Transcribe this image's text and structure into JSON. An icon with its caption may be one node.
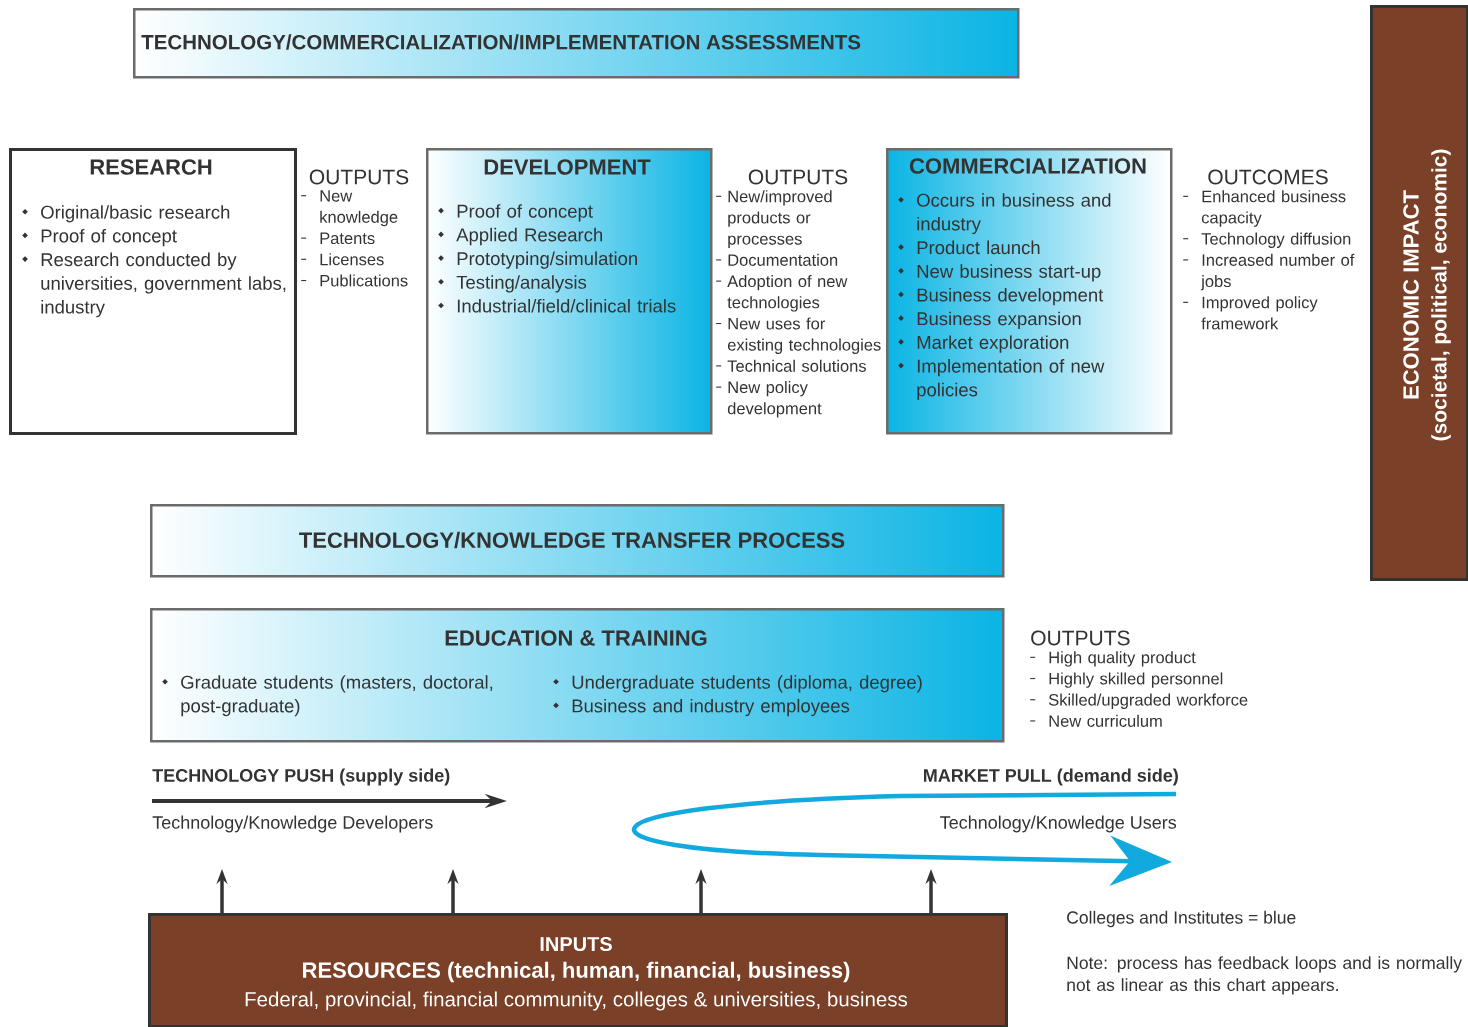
{
  "diagram": {
    "nodes": [
      {
        "text": [
          "TECHNOLOGY/COMMERCIALIZATION/IMPLEMENTATION ASSESSMENTS"
        ]
      },
      {
        "text": [
          "RESEARCH",
          "Original/basic research",
          "Proof of concept",
          "Research conducted by universities, government labs, industry"
        ]
      },
      {
        "text": [
          "DEVELOPMENT",
          "Proof of concept",
          "Applied Research",
          "Prototyping/simulation",
          "Testing/analysis",
          "Industrial/field/clinical trials"
        ]
      },
      {
        "text": [
          "COMMERCIALIZATION",
          "Occurs in business and industry",
          "Product launch",
          "New business start-up",
          "Business development",
          "Business expansion",
          "Market exploration",
          "Implementation of new policies"
        ]
      },
      {
        "text": [
          "ECONOMIC IMPACT",
          "(societal, political, economic)"
        ]
      },
      {
        "text": [
          "TECHNOLOGY/KNOWLEDGE TRANSFER PROCESS"
        ]
      },
      {
        "text": [
          "EDUCATION & TRAINING",
          "Graduate students (masters, doctoral, post-graduate)",
          "Undergraduate students (diploma, degree)",
          "Business and industry employees"
        ]
      },
      {
        "text": [
          "INPUTS",
          "RESOURCES (technical, human, financial, business)",
          "Federal, provincial, financial community, colleges & universities, business"
        ]
      }
    ],
    "edges": [
      {
        "from": 7,
        "to": null,
        "arrow": "to"
      },
      {
        "from": 7,
        "to": null,
        "arrow": "to"
      },
      {
        "from": 7,
        "to": null,
        "arrow": "to"
      },
      {
        "from": 7,
        "to": null,
        "arrow": "to"
      }
    ],
    "labels": [
      "OUTPUTS",
      "New knowledge",
      "Patents",
      "Licenses",
      "Publications",
      "OUTPUTS",
      "New/improved products or processes",
      "Documentation",
      "Adoption of new technologies",
      "New uses for existing technologies",
      "Technical solutions",
      "New policy development",
      "OUTCOMES",
      "Enhanced business capacity",
      "Technology diffusion",
      "Increased number of jobs",
      "Improved policy framework",
      "OUTPUTS",
      "High quality product",
      "Highly skilled personnel",
      "Skilled/upgraded workforce",
      "New curriculum",
      "TECHNOLOGY PUSH (supply side)",
      "Technology/Knowledge Developers",
      "MARKET PULL (demand side)",
      "Technology/Knowledge Users",
      "Colleges and Institutes = blue",
      "Note: process has feedback loops and is normally not as linear as this chart appears."
    ]
  }
}
